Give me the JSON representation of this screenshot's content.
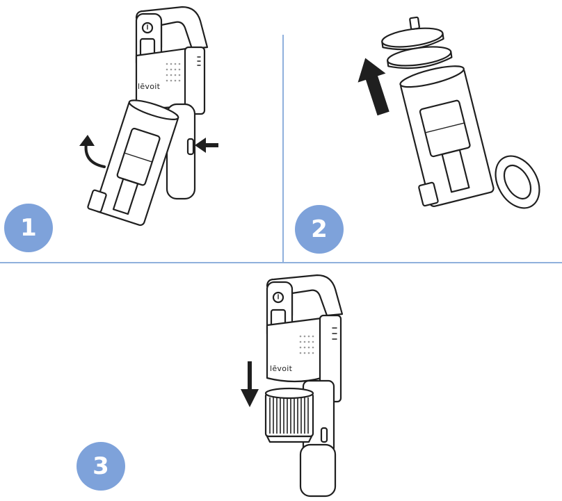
{
  "steps": [
    {
      "number": "1"
    },
    {
      "number": "2"
    },
    {
      "number": "3"
    }
  ],
  "brand": "lēvoit",
  "colors": {
    "badge": "#7ea2da",
    "divider": "#8fb0dc",
    "line": "#1f1f1f"
  }
}
